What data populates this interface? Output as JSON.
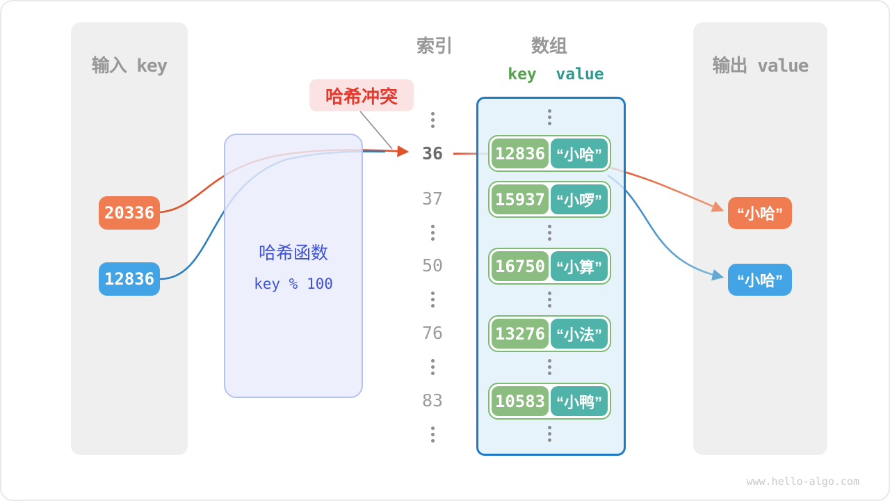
{
  "canvas": {
    "watermark": "www.hello-algo.com"
  },
  "colors": {
    "key_orange": "#f07d51",
    "key_blue": "#42a4e4",
    "pair_key_green": "#8bbc80",
    "pair_value_teal": "#4fb3a9",
    "array_border_blue": "#1f7ac4",
    "hash_text_blue": "#3e52d3",
    "collision_red": "#e4392e",
    "arrow_orange": "#e0522a",
    "arrow_blue": "#2b7fc0",
    "panel_gray": "#efefef"
  },
  "input_panel": {
    "title": "输入 key",
    "keys": [
      {
        "label": "20336"
      },
      {
        "label": "12836"
      }
    ]
  },
  "hash_box": {
    "title": "哈希函数",
    "formula": "key % 100"
  },
  "collision_badge": {
    "label": "哈希冲突"
  },
  "index_column": {
    "title": "索引",
    "items": [
      {
        "label": "36",
        "highlight": true
      },
      {
        "label": "37"
      },
      {
        "label": "50"
      },
      {
        "label": "76"
      },
      {
        "label": "83"
      }
    ]
  },
  "array_column": {
    "title": "数组",
    "key_header": "key",
    "value_header": "value",
    "pairs": [
      {
        "key": "12836",
        "value": "“小哈”"
      },
      {
        "key": "15937",
        "value": "“小啰”"
      },
      {
        "key": "16750",
        "value": "“小算”"
      },
      {
        "key": "13276",
        "value": "“小法”"
      },
      {
        "key": "10583",
        "value": "“小鸭”"
      }
    ]
  },
  "output_panel": {
    "title": "输出 value",
    "values": [
      {
        "label": "“小哈”",
        "color": "orange"
      },
      {
        "label": "“小哈”",
        "color": "blue"
      }
    ]
  }
}
